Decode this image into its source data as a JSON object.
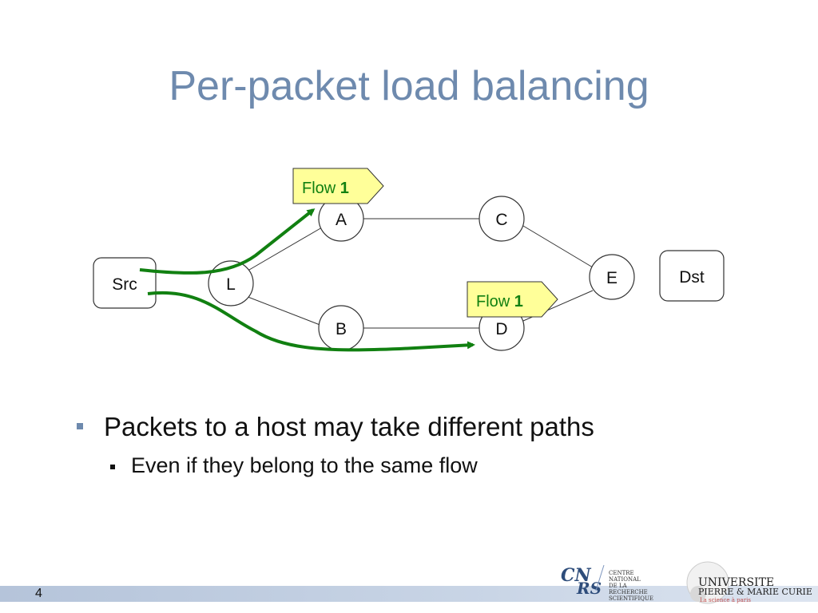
{
  "slide": {
    "title": "Per-packet load balancing",
    "page_number": "4"
  },
  "diagram": {
    "nodes": {
      "src": "Src",
      "dst": "Dst",
      "l": "L",
      "a": "A",
      "b": "B",
      "c": "C",
      "d": "D",
      "e": "E"
    },
    "flow_tag_top": {
      "label": "Flow ",
      "number": "1"
    },
    "flow_tag_bottom": {
      "label": "Flow ",
      "number": "1"
    },
    "colors": {
      "flow_arrow": "#118011",
      "tag_fill": "#ffff99",
      "tag_text": "#118011",
      "node_stroke": "#333333"
    }
  },
  "bullets": {
    "level1": "Packets to a host may take different paths",
    "level2": "Even if they belong to the same flow"
  },
  "logos": {
    "cnrs_caption": [
      "CENTRE NATIONAL",
      "DE LA RECHERCHE",
      "SCIENTIFIQUE"
    ],
    "upmc_line1": "UNIVERSITE",
    "upmc_line2": "PIERRE & MARIE CURIE",
    "upmc_line3": "La science à paris"
  }
}
